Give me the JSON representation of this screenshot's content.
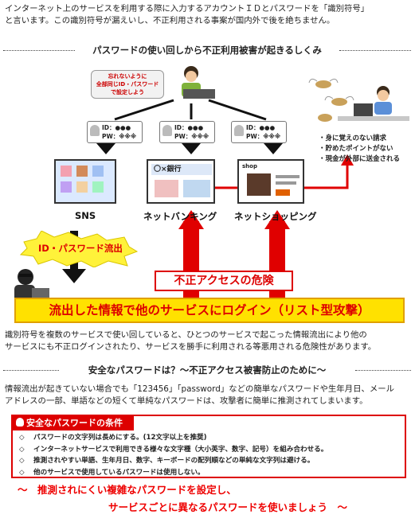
{
  "intro": {
    "line1": "インターネット上のサービスを利用する際に入力するアカウントＩＤとパスワードを「識別符号」",
    "line2": "と言います。この識別符号が漏えいし、不正利用される事案が国内外で後を絶ちません。"
  },
  "section1": {
    "title": "パスワードの使い回しから不正利用被害が起きるしくみ"
  },
  "diagram": {
    "bubble": [
      "忘れないように",
      "全部同じID・パスワード",
      "で設定しよう"
    ],
    "idcard": {
      "id": "ID：●●●",
      "pw": "PW：※※※"
    },
    "services": [
      {
        "label": "SNS"
      },
      {
        "label": "ネットバンキング",
        "screen_text": "〇×銀行"
      },
      {
        "label": "ネットショッピング",
        "screen_text": "shop"
      }
    ],
    "leak_label": "ID・パスワード流出",
    "danger_label": "不正アクセスの危険",
    "attack_label": "流出した情報で他のサービスにログイン（リスト型攻撃）",
    "losses": [
      "身に覚えのない請求",
      "貯めたポイントがない",
      "現金が外部に送金される"
    ],
    "colors": {
      "red": "#dd0000",
      "yellow": "#ffe100",
      "burst": "#fff23a"
    }
  },
  "para1": {
    "line1": "識別符号を複数のサービスで使い回していると、ひとつのサービスで起こった情報流出により他の",
    "line2": "サービスにも不正ログインされたり、サービスを勝手に利用される等悪用される危険性があります。"
  },
  "section2": {
    "title": "安全なパスワードは？～不正アクセス被害防止のために～"
  },
  "para2": {
    "line1": "情報流出が起きていない場合でも「123456」「password」などの簡単なパスワードや生年月日、メール",
    "line2": "アドレスの一部、単語などの短くて単純なパスワードは、攻撃者に簡単に推測されてしまいます。"
  },
  "conditions": {
    "title": "安全なパスワードの条件",
    "marker": "◇",
    "items": [
      "パスワードの文字列は長めにする。(12文字以上を推奨)",
      "インターネットサービスで利用できる様々な文字種（大小英字、数字、記号）を組み合わせる。",
      "推測されやすい単語、生年月日、数字、キーボードの配列順などの単純な文字列は避ける。",
      "他のサービスで使用しているパスワードは使用しない。"
    ]
  },
  "slogan": {
    "line1": "～　推測されにくい複雑なパスワードを設定し、",
    "line2": "サービスごとに異なるパスワードを使いましょう　～"
  }
}
